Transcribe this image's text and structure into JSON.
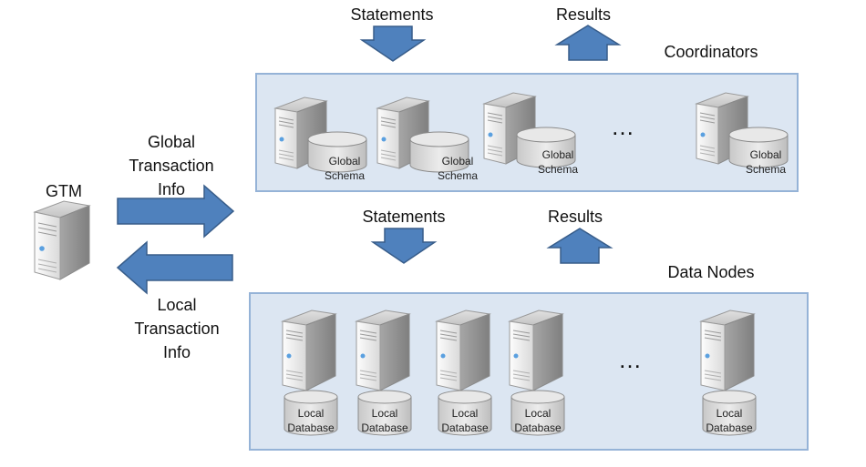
{
  "top": {
    "statements": "Statements",
    "results": "Results",
    "group": "Coordinators"
  },
  "middle": {
    "statements": "Statements",
    "results": "Results",
    "group": "Data Nodes"
  },
  "gtm": {
    "title": "GTM"
  },
  "global_info": {
    "line1": "Global",
    "line2": "Transaction",
    "line3": "Info"
  },
  "local_info": {
    "line1": "Local",
    "line2": "Transaction",
    "line3": "Info"
  },
  "coordinator_db": {
    "line1": "Global",
    "line2": "Schema"
  },
  "datanode_db": {
    "line1": "Local",
    "line2": "Database"
  },
  "ellipsis": "…",
  "colors": {
    "arrow": "#4f81bd",
    "arrow_border": "#385d8a",
    "panel": "#dce6f2",
    "panel_border": "#95b3d7"
  }
}
